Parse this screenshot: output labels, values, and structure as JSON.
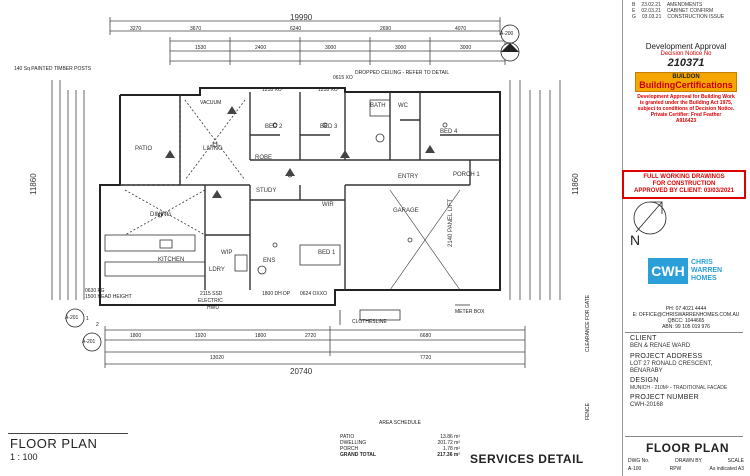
{
  "revisions": [
    {
      "code": "B",
      "date": "23.02.21",
      "desc": "AMENDMENTS"
    },
    {
      "code": "E",
      "date": "02.03.21",
      "desc": "CABINET CONFIRM"
    },
    {
      "code": "G",
      "date": "03.03.21",
      "desc": "CONSTRUCTION ISSUE"
    }
  ],
  "approval": {
    "title": "Development Approval",
    "decision_label": "Decision Notice No",
    "decision_number": "210371",
    "certifier_small": "BUILDON",
    "certifier_name": "BuildingCertifications",
    "note_line1": "Development Approval for Building Work",
    "note_line2": "is granted under the Building Act 1975,",
    "note_line3": "subject to conditions of Decision Notice.",
    "note_line4": "Private Certifier: Fred Feather",
    "note_line5": "A916423"
  },
  "stamp": {
    "line1": "FULL WORKING DRAWINGS",
    "line2": "FOR CONSTRUCTION",
    "line3": "APPROVED BY CLIENT: 03/03/2021"
  },
  "north_label": "N",
  "builder": {
    "logo": "CWH",
    "name_line1": "CHRIS",
    "name_line2": "WARREN",
    "name_line3": "HOMES",
    "phone": "PH: 07 4021 4444",
    "email": "E: OFFICE@CHRISWARRENHOMES.COM.AU",
    "qbcc": "QBCC: 1044665",
    "abn": "ABN: 99 105 019 976"
  },
  "title_block": {
    "client_label": "CLIENT",
    "client_value": "BEN & RENAE WARD",
    "address_label": "PROJECT ADDRESS",
    "address_line1": "LOT 27 RONALD CRESCENT,",
    "address_line2": "BENARABY",
    "design_label": "DESIGN",
    "design_value": "MUNICH - 210M² - TRADITIONAL FACADE",
    "project_label": "PROJECT NUMBER",
    "project_value": "CWH-20168",
    "sheet_title": "FLOOR PLAN",
    "dwg_label": "DWG No.",
    "dwg_value": "A-100",
    "drawn_label": "DRAWN BY",
    "drawn_value": "RPW",
    "scale_label": "SCALE",
    "scale_value": "As indicated A3"
  },
  "floor_plan_title": "FLOOR PLAN",
  "floor_plan_scale": "1 : 100",
  "services_title": "SERVICES DETAIL",
  "area_schedule": {
    "title": "AREA SCHEDULE",
    "rows": [
      {
        "label": "PATIO",
        "value": "13.86 m²"
      },
      {
        "label": "DWELLING",
        "value": "201.72 m²"
      },
      {
        "label": "PORCH",
        "value": "1.78 m²"
      },
      {
        "label": "GRAND TOTAL",
        "value": "217.36 m²"
      }
    ]
  },
  "rooms": {
    "patio": "PATIO",
    "living": "LIVING",
    "dining": "DINING",
    "kitchen": "KITCHEN",
    "wip": "WIP",
    "study": "STUDY",
    "wir": "WIR",
    "ens": "ENS",
    "bed1": "BED 1",
    "garage": "GARAGE",
    "entry": "ENTRY",
    "porch": "PORCH 1",
    "bed2": "BED 2",
    "bed3": "BED 3",
    "bed4": "BED 4",
    "bath": "BATH",
    "wc": "WC",
    "robe": "ROBE",
    "ldry": "LDRY"
  },
  "dims": {
    "overall_top": "19990",
    "overall_bottom": "20740",
    "overall_left": "11860",
    "overall_right": "11860",
    "bottom_sub1": "13020",
    "bottom_sub2": "7720",
    "top_sub": [
      "3270",
      "3670",
      "6240",
      "2690",
      "4070"
    ],
    "top_sub2": [
      "1530",
      "2400",
      "3000",
      "3000",
      "3000"
    ],
    "bottom_row": [
      "1800",
      "1920",
      "1800",
      "2720",
      "6680"
    ],
    "garage_door": "2140 PANEL LIFT",
    "door1": "0630 FG",
    "door2": "2115 SSD",
    "door3": "1800 DH DP",
    "door4": "0624 OXXO",
    "door5": "0615 XO",
    "door6": "1218 XO",
    "door7": "1218 XO"
  },
  "notes": {
    "timber_posts": "140 Sq PAINTED TIMBER POSTS",
    "dropped_ceiling": "DROPPED CEILING - REFER TO DETAIL",
    "clothesline": "CLOTHESLINE",
    "meter_box": "METER BOX",
    "electric": "ELECTRIC",
    "hwu": "HWU",
    "head_height": "1500 HEAD HEIGHT",
    "clearance_gate": "CLEARANCE FOR GATE",
    "fence": "FENCE",
    "vacuum": "VACUUM"
  },
  "section_marks": {
    "a200": "A-200",
    "a201": "A-201",
    "a201b": "A-201",
    "num1": "1",
    "num2": "2"
  },
  "colors": {
    "accent_red": "#dd0000",
    "buildon_orange": "#f5a600",
    "cwh_blue": "#2a9fd8",
    "line": "#333333"
  }
}
